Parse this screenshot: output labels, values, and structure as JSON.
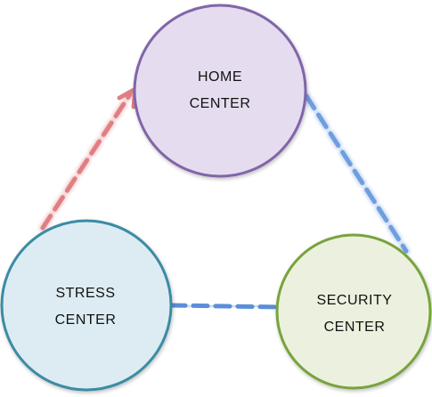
{
  "nodes": {
    "home": {
      "label_line1": "HOME",
      "label_line2": "CENTER",
      "fill": "#e6dcef",
      "stroke": "#8165a9"
    },
    "stress": {
      "label_line1": "STRESS",
      "label_line2": "CENTER",
      "fill": "#dcecf2",
      "stroke": "#3b8ca4"
    },
    "security": {
      "label_line1": "SECURITY",
      "label_line2": "CENTER",
      "fill": "#ebf1de",
      "stroke": "#78a33e"
    }
  },
  "connectors": {
    "stress_to_home": {
      "color": "#e07f83",
      "style": "dashed-arrow"
    },
    "home_to_security": {
      "color": "#6f9ee0",
      "style": "dashed"
    },
    "stress_to_security": {
      "color": "#5b8ed8",
      "style": "dashed"
    }
  }
}
